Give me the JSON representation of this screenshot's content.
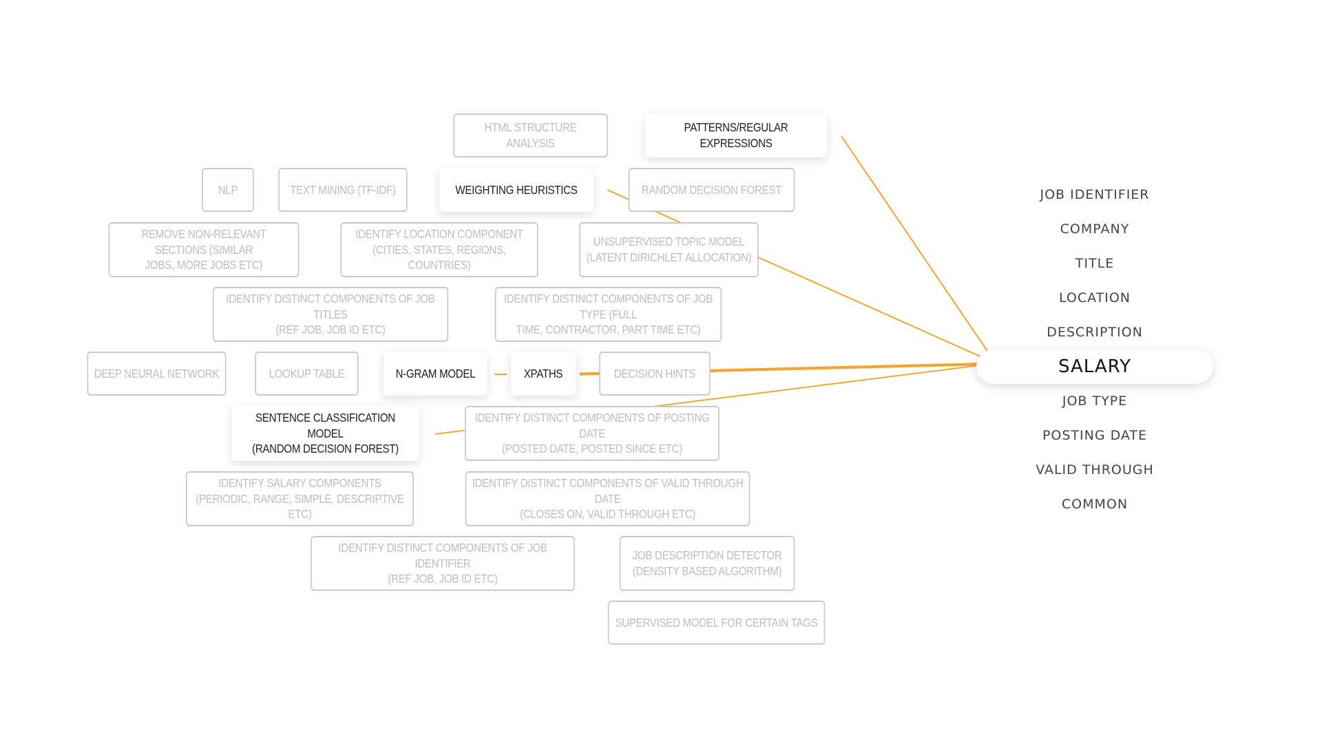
{
  "colors": {
    "connector": "#f0a732",
    "inactive_text": "#bdbdbd",
    "inactive_border": "#c9c9c9",
    "active_text": "#1d1d1d"
  },
  "techniques": {
    "html_structure": "HTML STRUCTURE ANALYSIS",
    "patterns": "PATTERNS/REGULAR EXPRESSIONS",
    "nlp": "NLP",
    "text_mining": "TEXT MINING (TF-IDF)",
    "weighting": "WEIGHTING HEURISTICS",
    "random_forest": "RANDOM DECISION FOREST",
    "remove_sections": "REMOVE NON-RELEVANT SECTIONS (SIMILAR\nJOBS, MORE JOBS ETC)",
    "location_component": "IDENTIFY LOCATION COMPONENT\n(CITIES, STATES, REGIONS, COUNTRIES)",
    "topic_model": "UNSUPERVISED TOPIC MODEL\n(LATENT DIRICHLET ALLOCATION)",
    "job_titles": "IDENTIFY DISTINCT COMPONENTS OF JOB TITLES\n(REF JOB, JOB ID ETC)",
    "job_type": "IDENTIFY DISTINCT COMPONENTS OF JOB TYPE (FULL\nTIME, CONTRACTOR, PART TIME ETC)",
    "deep_nn": "DEEP NEURAL NETWORK",
    "lookup": "LOOKUP TABLE",
    "ngram": "N-GRAM MODEL",
    "xpaths": "XPATHS",
    "decision_hints": "DECISION HINTS",
    "sentence_model": "SENTENCE CLASSIFICATION MODEL\n(RANDOM DECISION FOREST)",
    "posting_date": "IDENTIFY DISTINCT COMPONENTS OF POSTING DATE\n(POSTED DATE, POSTED SINCE ETC)",
    "salary_components": "IDENTIFY SALARY COMPONENTS\n(PERIODIC, RANGE, SIMPLE, DESCRIPTIVE ETC)",
    "valid_through": "IDENTIFY DISTINCT COMPONENTS OF VALID THROUGH DATE\n(CLOSES ON, VALID THROUGH ETC)",
    "job_identifier": "IDENTIFY DISTINCT COMPONENTS OF JOB IDENTIFIER\n(REF JOB, JOB ID ETC)",
    "description_detector": "JOB DESCRIPTION DETECTOR\n(DENSITY BASED ALGORITHM)",
    "supervised": "SUPERVISED MODEL FOR CERTAIN TAGS"
  },
  "active_techniques": [
    "patterns",
    "weighting",
    "ngram",
    "xpaths",
    "sentence_model"
  ],
  "fields": [
    {
      "label": "JOB IDENTIFIER",
      "selected": false
    },
    {
      "label": "COMPANY",
      "selected": false
    },
    {
      "label": "TITLE",
      "selected": false
    },
    {
      "label": "LOCATION",
      "selected": false
    },
    {
      "label": "DESCRIPTION",
      "selected": false
    },
    {
      "label": "SALARY",
      "selected": true
    },
    {
      "label": "JOB TYPE",
      "selected": false
    },
    {
      "label": "POSTING DATE",
      "selected": false
    },
    {
      "label": "VALID THROUGH",
      "selected": false
    },
    {
      "label": "COMMON",
      "selected": false
    }
  ]
}
